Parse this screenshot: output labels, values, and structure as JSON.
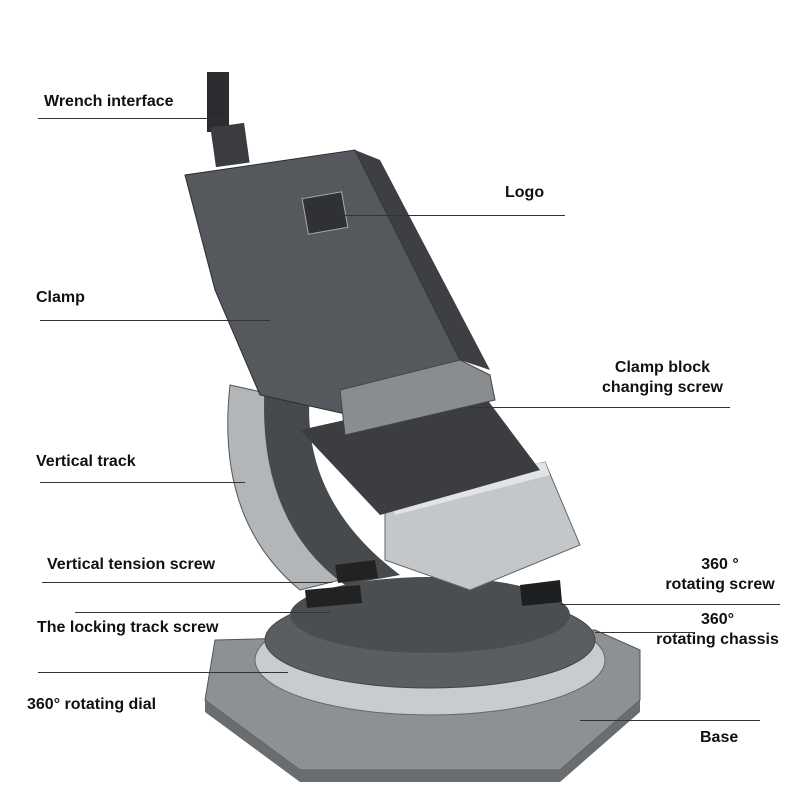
{
  "labels": {
    "wrench_interface": "Wrench interface",
    "logo": "Logo",
    "clamp": "Clamp",
    "clamp_block_1": "Clamp block",
    "clamp_block_2": "changing screw",
    "vertical_track": "Vertical track",
    "vertical_tension_screw": "Vertical tension screw",
    "rotating_screw_1": "360 °",
    "rotating_screw_2": "rotating screw",
    "locking_track_screw": "The locking track screw",
    "rotating_chassis_1": "360°",
    "rotating_chassis_2": "rotating chassis",
    "rotating_dial": "360° rotating dial",
    "base": "Base"
  },
  "colors": {
    "body": "#55585c",
    "steel": "#b9bcbf",
    "dark": "#2e3033",
    "base": "#8a8d90"
  }
}
